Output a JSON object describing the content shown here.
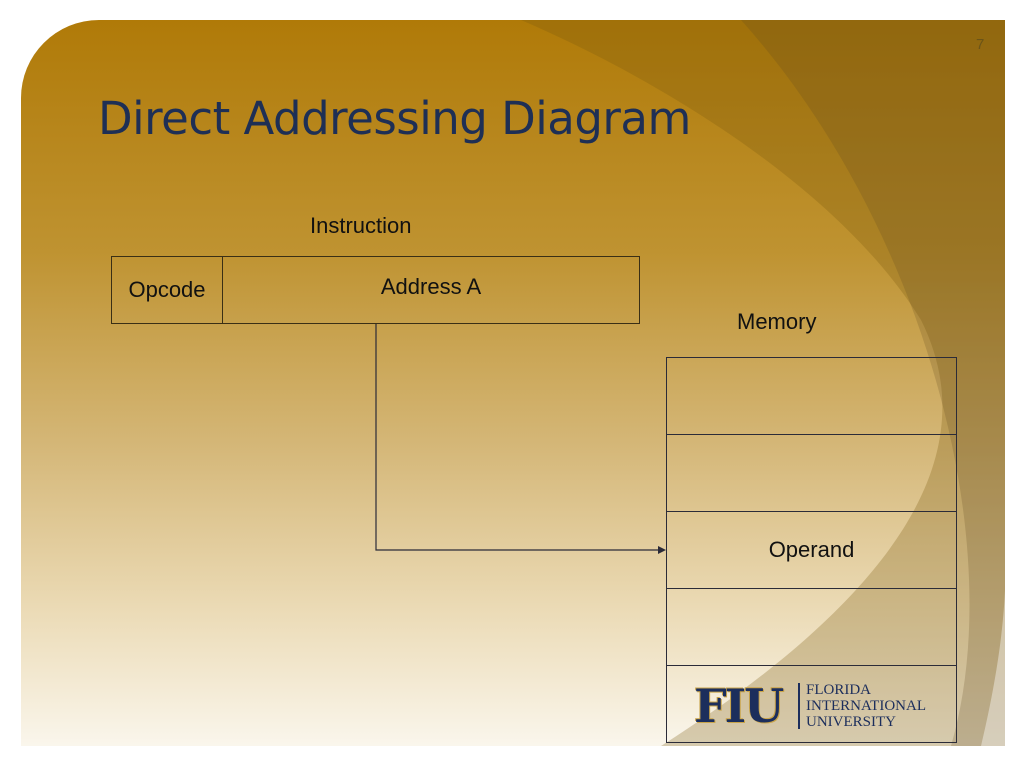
{
  "slide": {
    "page_number": "7",
    "title": "Direct Addressing Diagram"
  },
  "diagram": {
    "instruction_label": "Instruction",
    "opcode_label": "Opcode",
    "address_label": "Address A",
    "memory_label": "Memory",
    "memory_cells": [
      "",
      "",
      "Operand",
      "",
      ""
    ]
  },
  "logo": {
    "mark": "FIU",
    "lines": [
      "FLORIDA",
      "INTERNATIONAL",
      "UNIVERSITY"
    ]
  },
  "colors": {
    "title": "#1e2f55",
    "background_top": "#b07a08",
    "background_bottom": "#faf6ec",
    "logo_navy": "#1c2e5c",
    "logo_gold": "#c9a44a"
  }
}
